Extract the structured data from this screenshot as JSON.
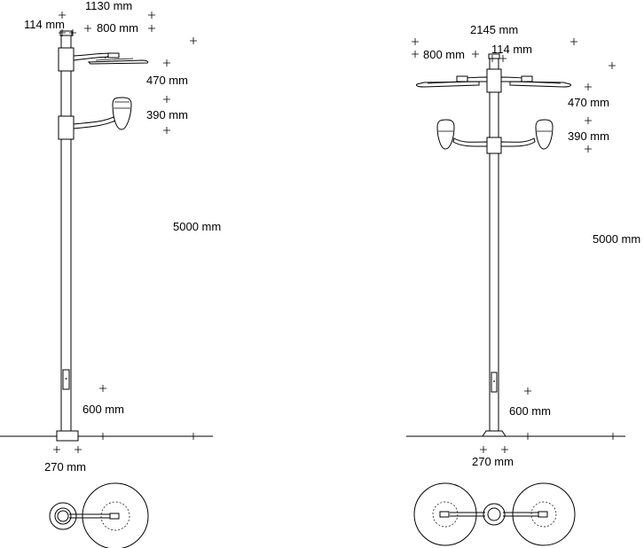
{
  "left_pole": {
    "dims": {
      "top_width": "1130 mm",
      "pole_diameter": "114 mm",
      "arm_length": "800 mm",
      "upper_height": "470 mm",
      "lower_height": "390 mm",
      "total_height": "5000 mm",
      "door_height": "600 mm",
      "base_width": "270 mm"
    }
  },
  "right_pole": {
    "dims": {
      "top_width": "2145 mm",
      "pole_diameter": "114 mm",
      "arm_length": "800 mm",
      "upper_height": "470 mm",
      "lower_height": "390 mm",
      "total_height": "5000 mm",
      "door_height": "600 mm",
      "base_width": "270 mm"
    }
  }
}
